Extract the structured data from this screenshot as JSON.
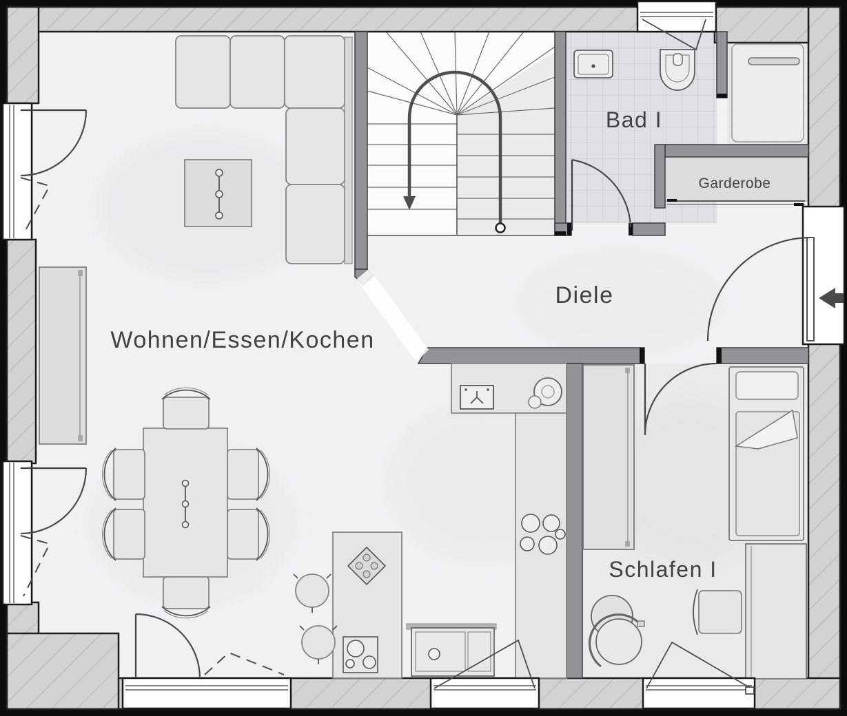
{
  "floorplan": {
    "rooms": [
      {
        "id": "wohnen-essen-kochen",
        "label": "Wohnen/Essen/Kochen"
      },
      {
        "id": "diele",
        "label": "Diele"
      },
      {
        "id": "bad-1",
        "label": "Bad I"
      },
      {
        "id": "garderobe",
        "label": "Garderobe"
      },
      {
        "id": "schlafen-1",
        "label": "Schlafen I"
      }
    ],
    "colors": {
      "exterior_wall": "#d2d2d2",
      "interior_wall": "#939496",
      "floor": "#f1f1f2",
      "bath_tile": "#dfe0e1",
      "bedroom_floor": "#e9eaea",
      "label_text": "#414141",
      "outline": "#1e1e1e"
    }
  }
}
